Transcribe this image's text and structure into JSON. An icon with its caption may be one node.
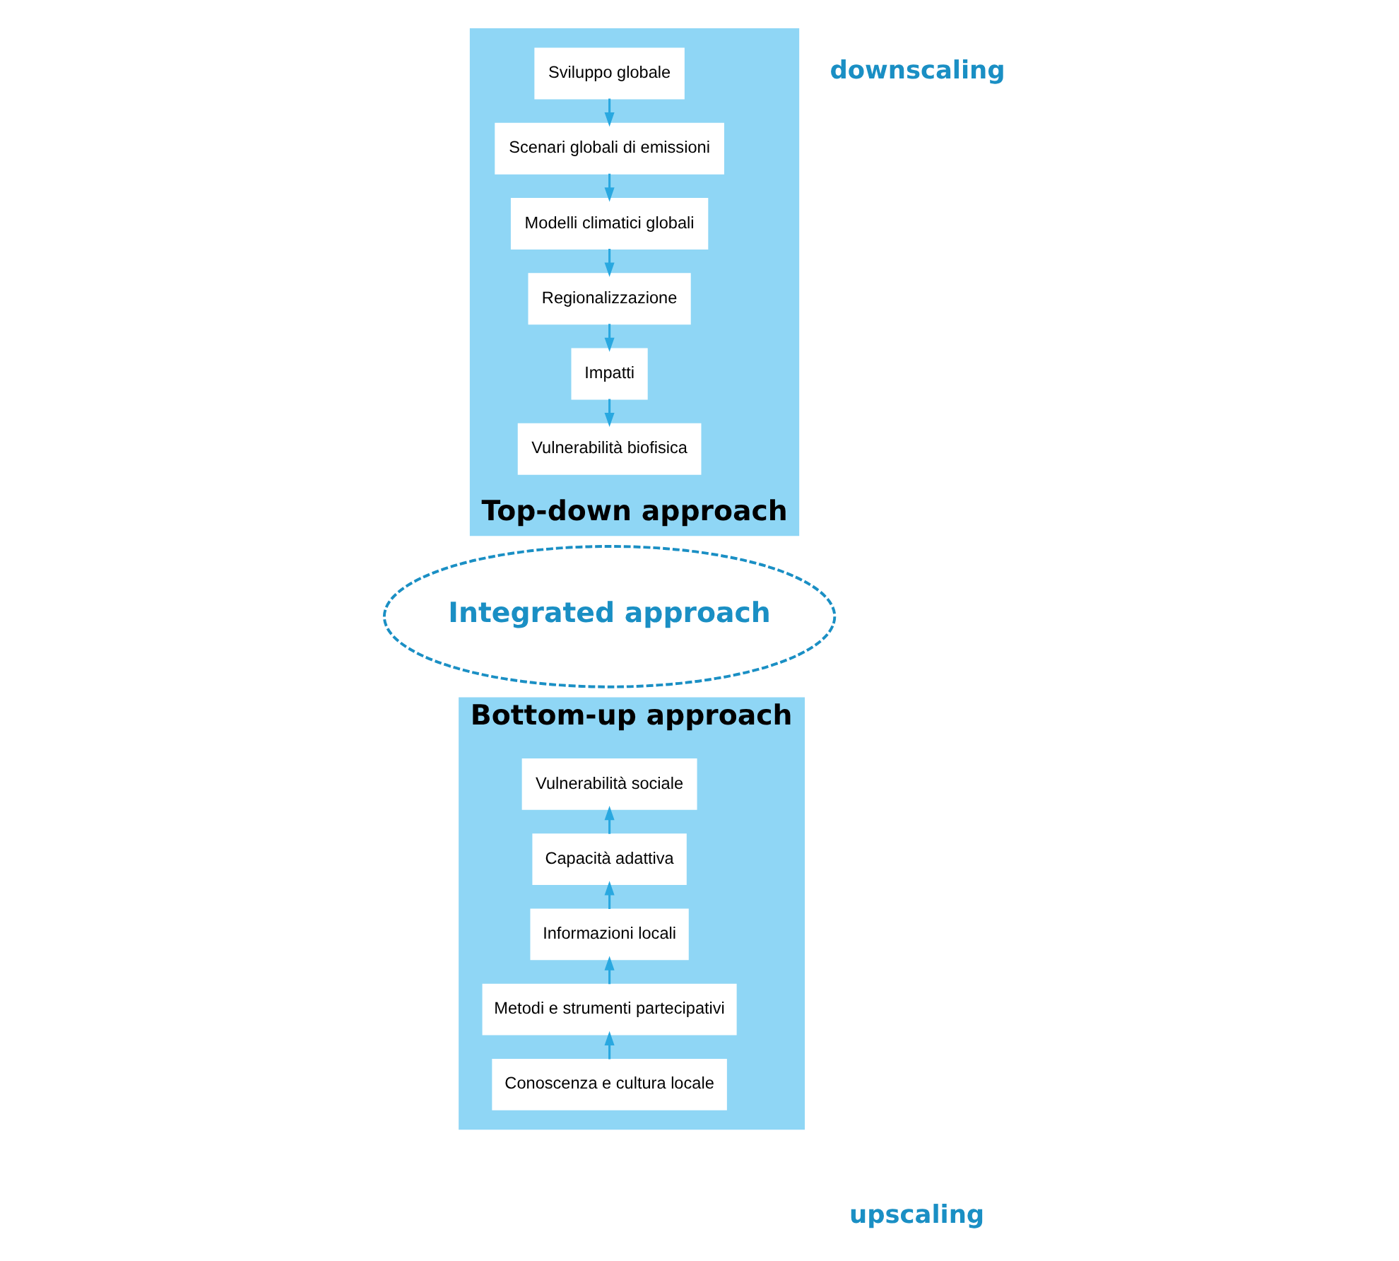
{
  "diagram": {
    "nodes": [
      {
        "text": [
          "Top-down approach"
        ]
      },
      {
        "text": [
          "Sviluppo globale"
        ],
        "in": 0
      },
      {
        "text": [
          "Scenari globali di emissioni"
        ],
        "in": 0
      },
      {
        "text": [
          "Modelli climatici globali"
        ],
        "in": 0
      },
      {
        "text": [
          "Regionalizzazione"
        ],
        "in": 0
      },
      {
        "text": [
          "Impatti"
        ],
        "in": 0
      },
      {
        "text": [
          "Vulnerabilità biofisica"
        ],
        "in": 0
      },
      {
        "text": [
          "Integrated approach"
        ]
      },
      {
        "text": [
          "Bottom-up approach"
        ]
      },
      {
        "text": [
          "Vulnerabilità sociale"
        ],
        "in": 8
      },
      {
        "text": [
          "Capacità adattiva"
        ],
        "in": 8
      },
      {
        "text": [
          "Informazioni locali"
        ],
        "in": 8
      },
      {
        "text": [
          "Metodi e strumenti partecipativi"
        ],
        "in": 8
      },
      {
        "text": [
          "Conoscenza e cultura locale"
        ],
        "in": 8
      }
    ],
    "edges": [
      {
        "from": 1,
        "to": 2,
        "arrow": "to"
      },
      {
        "from": 2,
        "to": 3,
        "arrow": "to"
      },
      {
        "from": 3,
        "to": 4,
        "arrow": "to"
      },
      {
        "from": 4,
        "to": 5,
        "arrow": "to"
      },
      {
        "from": 5,
        "to": 6,
        "arrow": "to"
      },
      {
        "from": 13,
        "to": 12,
        "arrow": "to"
      },
      {
        "from": 12,
        "to": 11,
        "arrow": "to"
      },
      {
        "from": 11,
        "to": 10,
        "arrow": "to"
      },
      {
        "from": 10,
        "to": 9,
        "arrow": "to"
      }
    ],
    "labels": [
      "downscaling",
      "upscaling"
    ]
  }
}
